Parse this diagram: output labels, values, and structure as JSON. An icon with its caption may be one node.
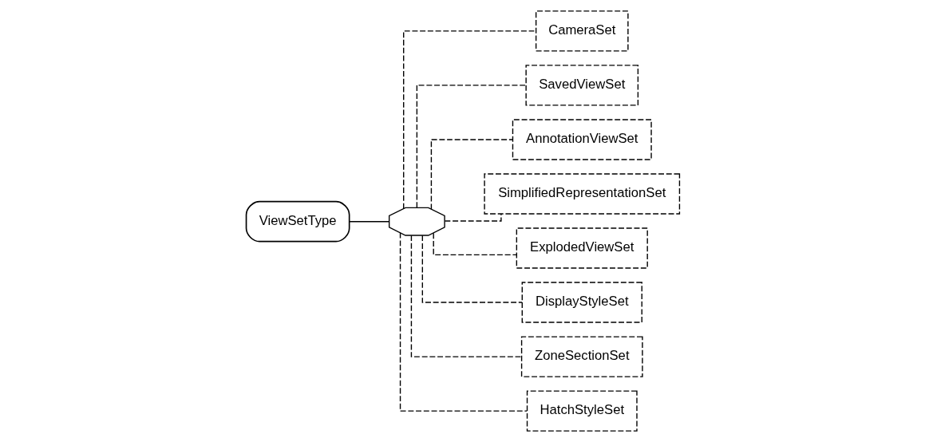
{
  "diagram": {
    "nodes": [
      {
        "text": [
          "ViewSetType"
        ]
      },
      {
        "text": [],
        "shape": "octagon"
      },
      {
        "text": [
          "CameraSet"
        ]
      },
      {
        "text": [
          "SavedViewSet"
        ]
      },
      {
        "text": [
          "AnnotationViewSet"
        ]
      },
      {
        "text": [
          "SimplifiedRepresentationSet"
        ]
      },
      {
        "text": [
          "ExplodedViewSet"
        ]
      },
      {
        "text": [
          "DisplayStyleSet"
        ]
      },
      {
        "text": [
          "ZoneSectionSet"
        ]
      },
      {
        "text": [
          "HatchStyleSet"
        ]
      }
    ],
    "edges": [
      {
        "from": 0,
        "to": 1,
        "arrow": "none"
      },
      {
        "from": 1,
        "to": 2,
        "arrow": "none",
        "style": "dashed"
      },
      {
        "from": 1,
        "to": 3,
        "arrow": "none",
        "style": "dashed"
      },
      {
        "from": 1,
        "to": 4,
        "arrow": "none",
        "style": "dashed"
      },
      {
        "from": 1,
        "to": 5,
        "arrow": "none",
        "style": "dashed"
      },
      {
        "from": 1,
        "to": 6,
        "arrow": "none",
        "style": "dashed"
      },
      {
        "from": 1,
        "to": 7,
        "arrow": "none",
        "style": "dashed"
      },
      {
        "from": 1,
        "to": 8,
        "arrow": "none",
        "style": "dashed"
      },
      {
        "from": 1,
        "to": 9,
        "arrow": "none",
        "style": "dashed"
      }
    ]
  }
}
